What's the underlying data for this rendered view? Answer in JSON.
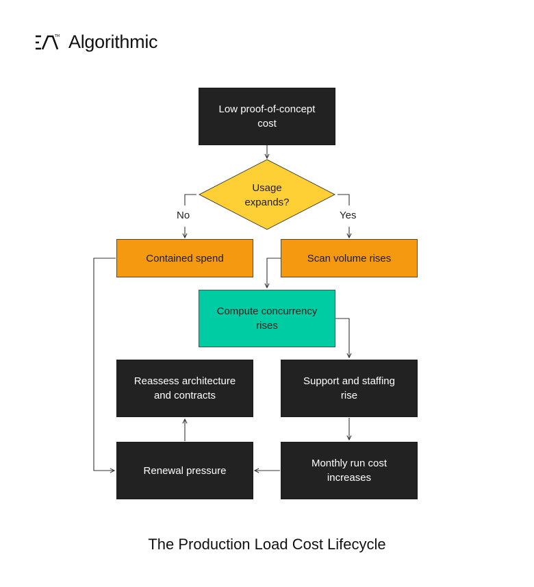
{
  "brand": {
    "name": "Algorithmic"
  },
  "diagram": {
    "nodes": {
      "start": "Low proof-of-concept cost",
      "decision": "Usage expands?",
      "contained": "Contained spend",
      "scan": "Scan volume rises",
      "compute": "Compute concurrency rises",
      "support": "Support and staffing rise",
      "monthly": "Monthly run cost increases",
      "renewal": "Renewal pressure",
      "reassess": "Reassess architecture and contracts"
    },
    "edges": {
      "no_label": "No",
      "yes_label": "Yes"
    },
    "colors": {
      "dark": "#222222",
      "decision": "#ffd035",
      "contained": "#f59a10",
      "compute": "#00cca3",
      "line": "#333333"
    }
  },
  "title": "The Production Load Cost Lifecycle"
}
